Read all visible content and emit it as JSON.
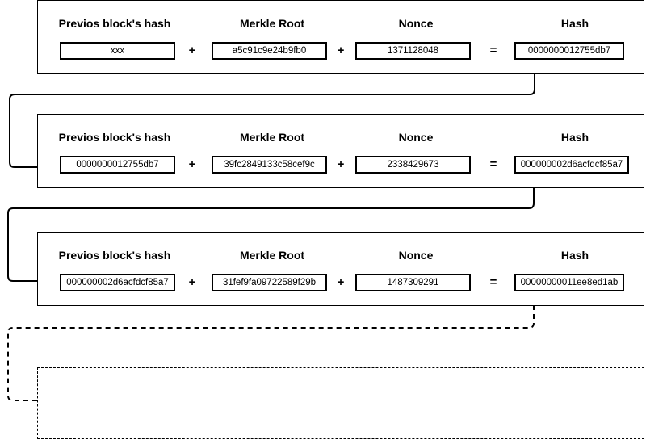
{
  "headers": {
    "prev": "Previos block's hash",
    "merkle": "Merkle Root",
    "nonce": "Nonce",
    "hash": "Hash"
  },
  "operators": {
    "plus": "+",
    "equals": "="
  },
  "blocks": [
    {
      "prev_hash": "xxx",
      "merkle_root": "a5c91c9e24b9fb0",
      "nonce": "1371128048",
      "hash": "0000000012755db7"
    },
    {
      "prev_hash": "0000000012755db7",
      "merkle_root": "39fc2849133c58cef9c",
      "nonce": "2338429673",
      "hash": "000000002d6acfdcf85a7"
    },
    {
      "prev_hash": "000000002d6acfdcf85a7",
      "merkle_root": "31fef9fa09722589f29b",
      "nonce": "1487309291",
      "hash": "00000000011ee8ed1ab"
    }
  ],
  "colors": {
    "line": "#000000",
    "background": "#ffffff"
  }
}
